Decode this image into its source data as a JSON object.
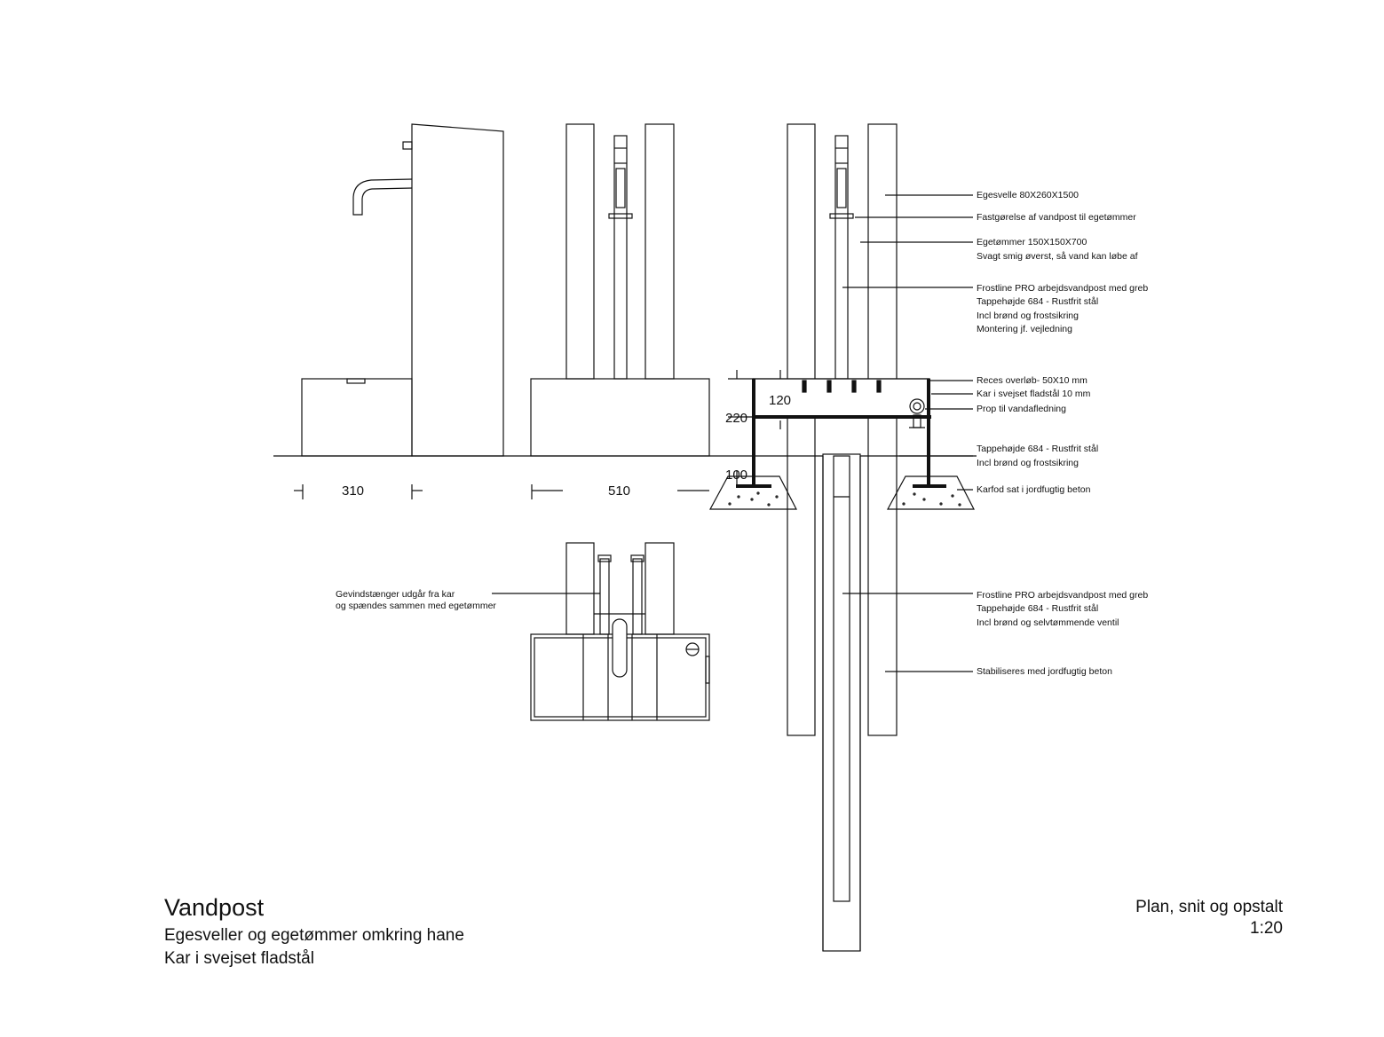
{
  "title_block": {
    "title": "Vandpost",
    "subtitle_1": "Egesveller og egetømmer omkring hane",
    "subtitle_2": "Kar i svejset fladstål",
    "view_label": "Plan, snit og opstalt",
    "scale": "1:20"
  },
  "dimensions": {
    "width_side": "310",
    "width_front": "510",
    "height_220": "220",
    "depth_120": "120",
    "depth_100": "100"
  },
  "annotations_section": [
    "Egesvelle 80X260X1500",
    "Fastgørelse af vandpost til egetømmer",
    "Egetømmer 150X150X700",
    "Svagt smig øverst, så vand kan løbe af",
    "Frostline PRO arbejdsvandpost med greb",
    "Tappehøjde 684 - Rustfrit stål",
    "Incl brønd og frostsikring",
    "Montering jf. vejledning",
    "Reces overløb-  50X10 mm",
    "Kar i svejset fladstål  10 mm",
    "Prop til vandafledning",
    "Tappehøjde 684 - Rustfrit stål",
    "Incl brønd og frostsikring",
    "Karfod sat i jordfugtig beton",
    "Frostline PRO arbejdsvandpost med greb",
    "Tappehøjde 684 - Rustfrit stål",
    "Incl brønd og selvtømmende ventil",
    "Stabiliseres med jordfugtig beton"
  ],
  "annotations_plan": [
    "Gevindstænger udgår fra kar",
    "og spændes sammen med egetømmer"
  ]
}
